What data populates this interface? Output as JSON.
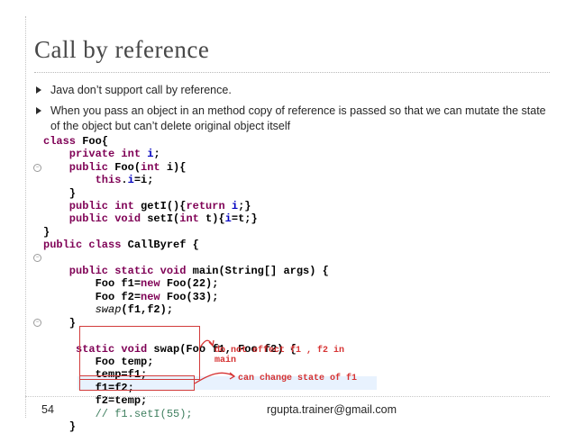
{
  "slide": {
    "title": "Call by reference",
    "bullets": [
      "Java don’t support call by reference.",
      "When you pass an object in an method copy of reference is passed so that we can mutate the state of the object but can’t delete original object itself"
    ],
    "annotations": {
      "note1": "do not effect f1 , f2 in\nmain",
      "note2": "can change state of f1"
    },
    "footer": {
      "page_number": "54",
      "email": "rgupta.trainer@gmail.com"
    },
    "colors": {
      "keyword": "#7f0055",
      "field": "#0000c0",
      "comment": "#3f7f5f",
      "annotation": "#d63333"
    }
  },
  "code": {
    "l1_kw": "class",
    "l1_rest": " Foo{",
    "l2_kw": "    private int",
    "l2_fld": " i",
    "l2_rest": ";",
    "l3_kw": "    public",
    "l3_rest": " Foo(",
    "l3_kw2": "int",
    "l3_rest2": " i){",
    "l4_kw": "        this",
    "l4_a": ".",
    "l4_fld": "i",
    "l4_rest": "=i;",
    "l5": "    }",
    "l6_kw": "    public int",
    "l6_a": " getI(){",
    "l6_kw2": "return",
    "l6_fld": " i",
    "l6_rest": ";}",
    "l7_kw": "    public void",
    "l7_a": " setI(",
    "l7_kw2": "int",
    "l7_b": " t){",
    "l7_fld": "i",
    "l7_rest": "=t;}",
    "l8": "}",
    "l9_kw": "public class",
    "l9_rest": " CallByref {",
    "l10": "",
    "l11_kw": "    public static void",
    "l11_rest": " main(String[] args) {",
    "l12_a": "        Foo f1=",
    "l12_kw": "new",
    "l12_rest": " Foo(22);",
    "l13_a": "        Foo f2=",
    "l13_kw": "new",
    "l13_rest": " Foo(33);",
    "l14_it": "        swap",
    "l14_rest": "(f1,f2);",
    "l15": "    }",
    "l16": "",
    "l17_kw": "     static void",
    "l17_rest": " swap(Foo f1, Foo f2) {",
    "l18": "        Foo temp;",
    "l19": "        temp=f1;",
    "l20": "        f1=f2;",
    "l21": "        f2=temp;",
    "l22_cmt": "        // f1.setI(55);",
    "l23": "    }"
  }
}
